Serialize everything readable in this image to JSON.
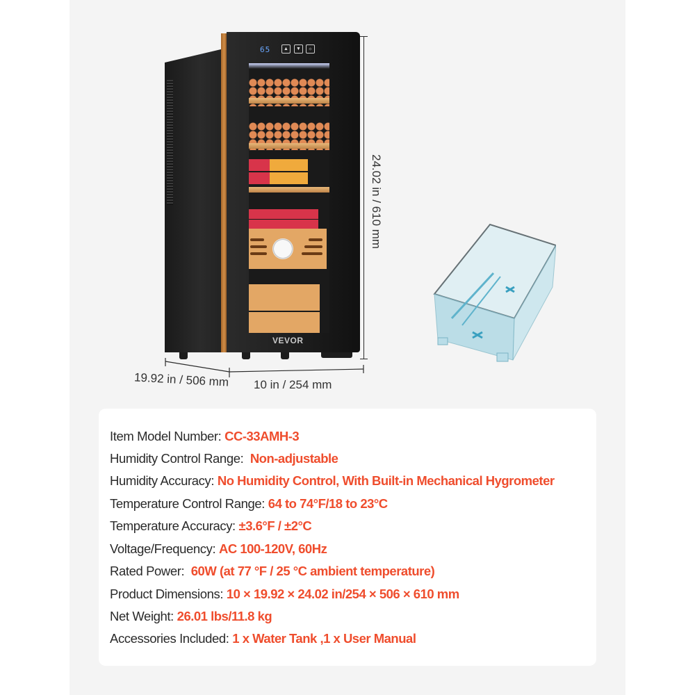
{
  "product": {
    "brand": "VEVOR",
    "display_temperature": "65",
    "controls": [
      {
        "name": "up",
        "glyph": "▲"
      },
      {
        "name": "down",
        "glyph": "▼"
      },
      {
        "name": "light",
        "glyph": "☼"
      }
    ]
  },
  "dimensions": {
    "height": "24.02 in / 610 mm",
    "depth": "19.92 in / 506 mm",
    "width": "10 in / 254 mm"
  },
  "accessory_image": "water-tank",
  "specs": [
    {
      "label": "Item Model Number: ",
      "value": "CC-33AMH-3"
    },
    {
      "label": "Humidity Control Range:  ",
      "value": "Non-adjustable"
    },
    {
      "label": "Humidity Accuracy: ",
      "value": "No Humidity Control, With Built-in Mechanical Hygrometer"
    },
    {
      "label": "Temperature Control Range: ",
      "value": "64 to 74°F/18 to 23°C"
    },
    {
      "label": "Temperature Accuracy: ",
      "value": "±3.6°F / ±2°C"
    },
    {
      "label": "Voltage/Frequency: ",
      "value": "AC 100-120V, 60Hz"
    },
    {
      "label": "Rated Power:  ",
      "value": "60W (at 77 °F / 25 °C ambient temperature)"
    },
    {
      "label": "Product Dimensions: ",
      "value": "10 × 19.92 × 24.02 in/254 × 506 × 610 mm"
    },
    {
      "label": "Net Weight: ",
      "value": "26.01 lbs/11.8 kg"
    },
    {
      "label": "Accessories Included: ",
      "value": "1 x Water Tank ,1 x User Manual"
    }
  ],
  "colors": {
    "accent": "#ef4d2d",
    "text": "#2a2a2a",
    "panel_bg": "#f4f4f4"
  }
}
